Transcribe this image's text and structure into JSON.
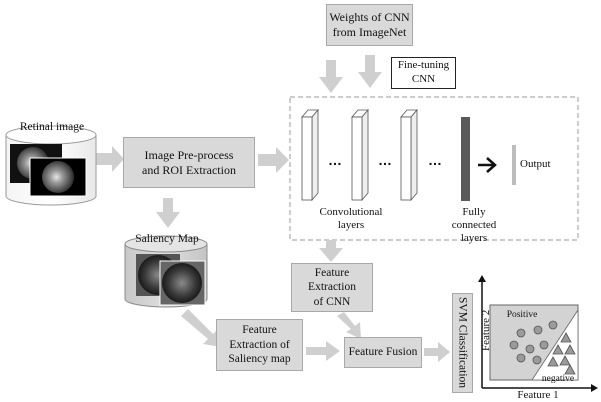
{
  "nodes": {
    "weights": "Weights of CNN\nfrom ImageNet",
    "fine_tuning": "Fine-tuning\nCNN",
    "retinal_image": "Retinal image",
    "preprocess": "Image Pre-process\nand ROI Extraction",
    "saliency_map": "Saliency Map",
    "feat_cnn": "Feature\nExtraction\nof CNN",
    "feat_saliency": "Feature\nExtraction of\nSaliency map",
    "fusion": "Feature Fusion",
    "svm": "SVM Classification",
    "output": "Output"
  },
  "labels": {
    "conv_layers": "Convolutional\nlayers",
    "fc_layers": "Fully\nconnected\nlayers",
    "dots": "…"
  },
  "plot": {
    "positive": "Positive",
    "negative": "negative",
    "feature1": "Feature 1",
    "feature2": "Feature 2"
  }
}
